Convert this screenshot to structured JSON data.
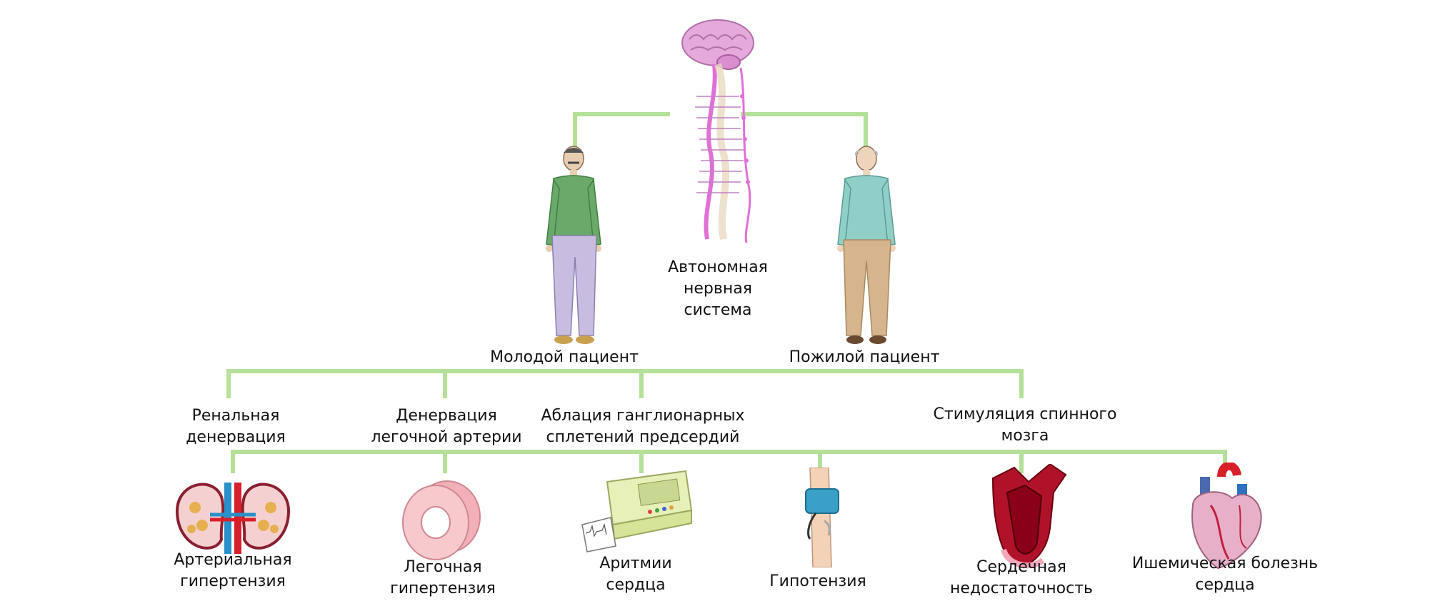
{
  "colors": {
    "connector": "#b5e09a",
    "young_shirt": "#6aa96a",
    "young_pants": "#c8bde0",
    "old_shirt": "#8fcfc8",
    "old_pants": "#d5b48e",
    "brain": "#e6a9dc",
    "nerve": "#e070d8"
  },
  "center": {
    "label": "Автономная\nнервная\nсистема",
    "icon": "brain-spinal-cord-icon"
  },
  "patients": {
    "young": {
      "label": "Молодой пациент",
      "icon": "young-man-icon"
    },
    "old": {
      "label": "Пожилой пациент",
      "icon": "old-man-icon"
    }
  },
  "procedures": [
    {
      "label": "Ренальная\nденервация"
    },
    {
      "label": "Денервация\nлегочной артерии"
    },
    {
      "label": "Аблация ганглионарных\nсплетений предсердий"
    },
    {
      "label": "Стимуляция спинного\nмозга"
    }
  ],
  "conditions": [
    {
      "label": "Артериальная\nгипертензия",
      "icon": "kidneys-icon"
    },
    {
      "label": "Легочная\nгипертензия",
      "icon": "artery-cross-section-icon"
    },
    {
      "label": "Аритмии\nсердца",
      "icon": "ecg-machine-icon"
    },
    {
      "label": "Гипотензия",
      "icon": "blood-pressure-cuff-icon"
    },
    {
      "label": "Сердечная\nнедостаточность",
      "icon": "heart-section-icon"
    },
    {
      "label": "Ишемическая болезнь\nсердца",
      "icon": "heart-icon"
    }
  ]
}
